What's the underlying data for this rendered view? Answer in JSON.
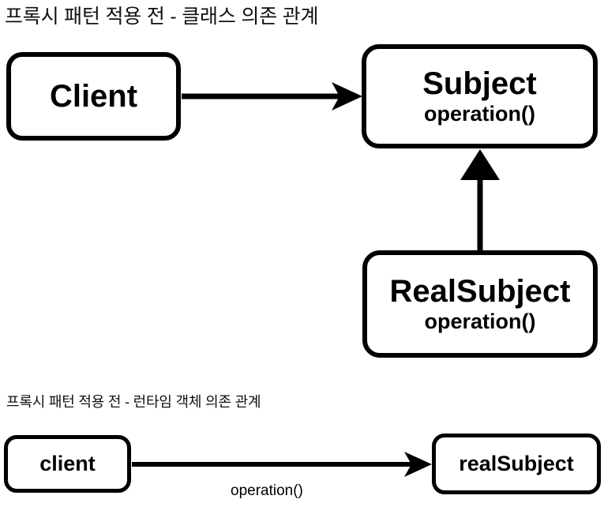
{
  "sections": [
    {
      "id": "class-diagram",
      "title": "프록시 패턴 적용 전 - 클래스 의존 관계",
      "nodes": [
        {
          "id": "client",
          "name": "Client",
          "operation": ""
        },
        {
          "id": "subject",
          "name": "Subject",
          "operation": "operation()"
        },
        {
          "id": "realsubject",
          "name": "RealSubject",
          "operation": "operation()"
        }
      ],
      "edges": [
        {
          "from": "client",
          "to": "subject",
          "label": "",
          "style": "solid",
          "arrow": "open-filled"
        },
        {
          "from": "realsubject",
          "to": "subject",
          "label": "",
          "style": "solid",
          "arrow": "triangle"
        }
      ]
    },
    {
      "id": "runtime-diagram",
      "title": "프록시 패턴 적용 전 - 런타임 객체 의존 관계",
      "nodes": [
        {
          "id": "client-rt",
          "name": "client",
          "operation": ""
        },
        {
          "id": "realsubject-rt",
          "name": "realSubject",
          "operation": ""
        }
      ],
      "edges": [
        {
          "from": "client-rt",
          "to": "realsubject-rt",
          "label": "operation()",
          "style": "solid",
          "arrow": "open-filled"
        }
      ]
    }
  ],
  "colors": {
    "background": "#ffffff",
    "stroke": "#000000",
    "text": "#000000"
  }
}
